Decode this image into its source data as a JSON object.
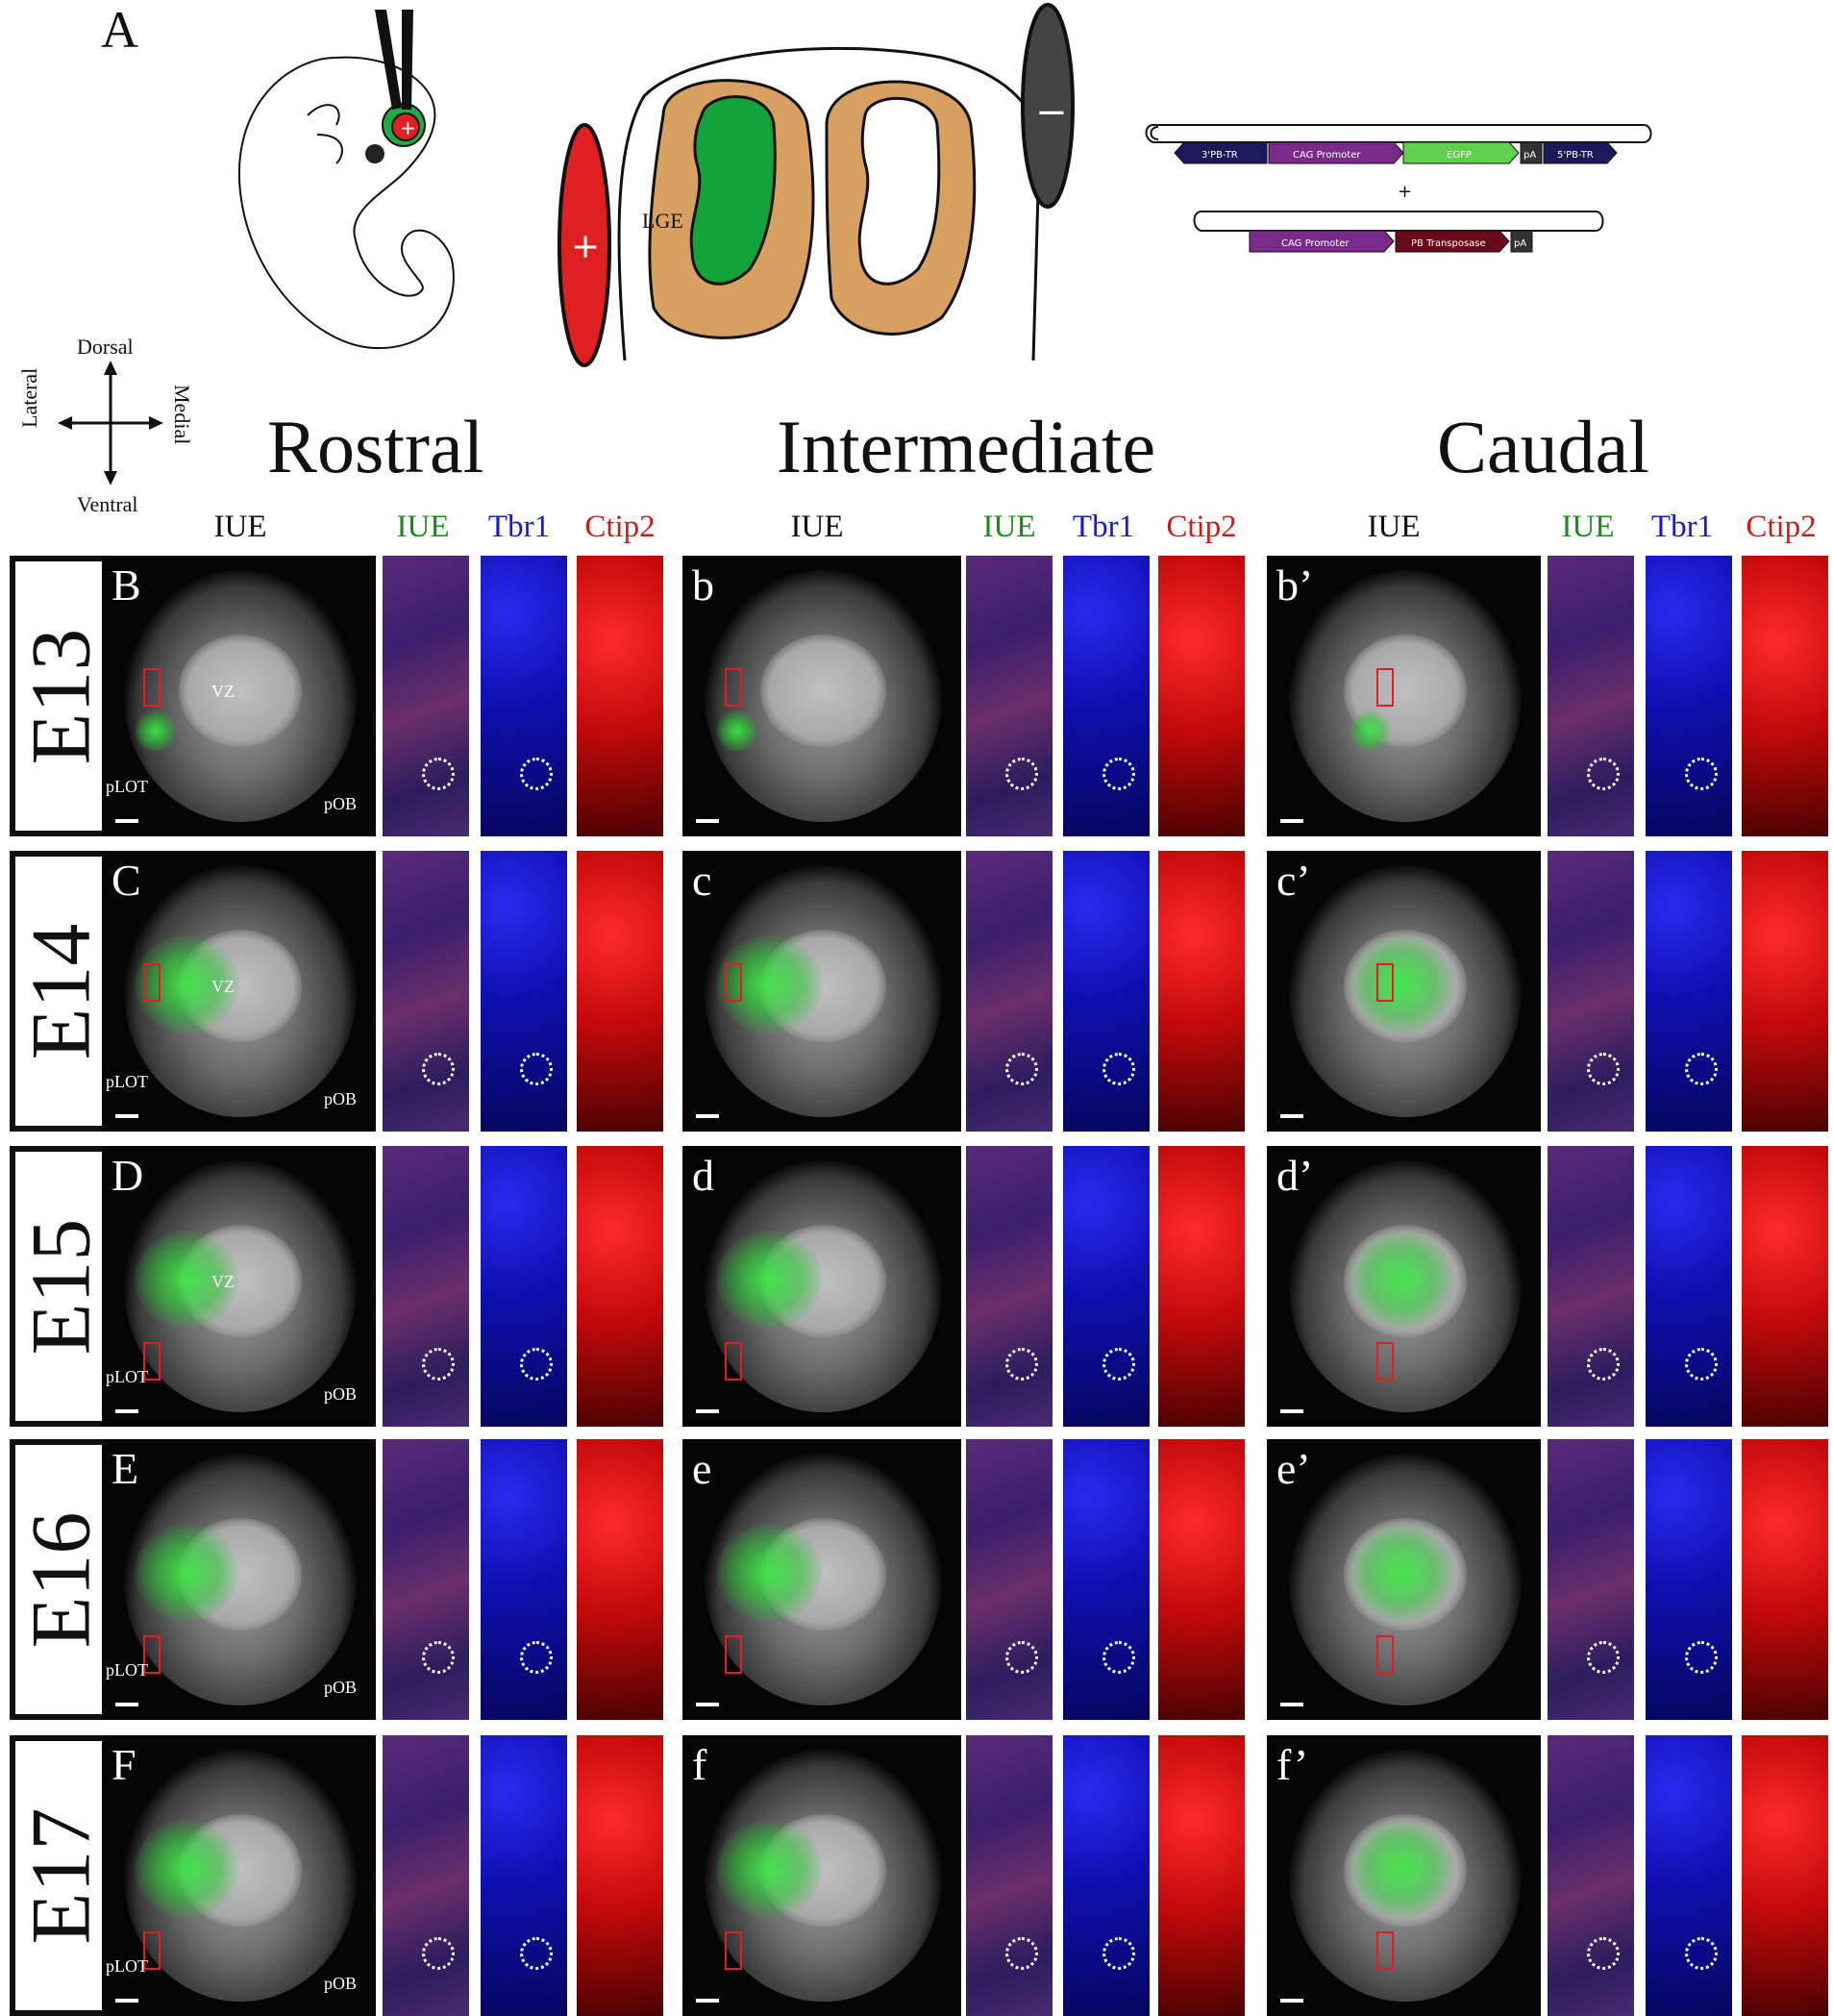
{
  "panel_A_label": "A",
  "schematic": {
    "lge_label": "LGE",
    "anode_symbol": "+",
    "cathode_symbol": "−",
    "plus_between_constructs": "+",
    "construct1": [
      "3'PB-TR",
      "CAG Promoter",
      "EGFP",
      "pA",
      "5'PB-TR"
    ],
    "construct2": [
      "CAG Promoter",
      "PB Transposase",
      "pA"
    ]
  },
  "compass": {
    "top": "Dorsal",
    "bottom": "Ventral",
    "left": "Lateral",
    "right": "Medial"
  },
  "regions": [
    "Rostral",
    "Intermediate",
    "Caudal"
  ],
  "channel_headers": [
    "IUE",
    "IUE",
    "Tbr1",
    "Ctip2"
  ],
  "channel_colors": {
    "IUE_overview": "#111111",
    "IUE": "#1a8a1a",
    "Tbr1": "#1a1ad0",
    "Ctip2": "#d01a1a"
  },
  "rows": [
    {
      "stage": "E13",
      "letters": [
        "B",
        "b",
        "b’"
      ]
    },
    {
      "stage": "E14",
      "letters": [
        "C",
        "c",
        "c’"
      ]
    },
    {
      "stage": "E15",
      "letters": [
        "D",
        "d",
        "d’"
      ]
    },
    {
      "stage": "E16",
      "letters": [
        "E",
        "e",
        "e’"
      ]
    },
    {
      "stage": "E17",
      "letters": [
        "F",
        "f",
        "f’"
      ]
    }
  ],
  "annotations": {
    "vz": "VZ",
    "plot": "pLOT",
    "pob": "pOB"
  }
}
